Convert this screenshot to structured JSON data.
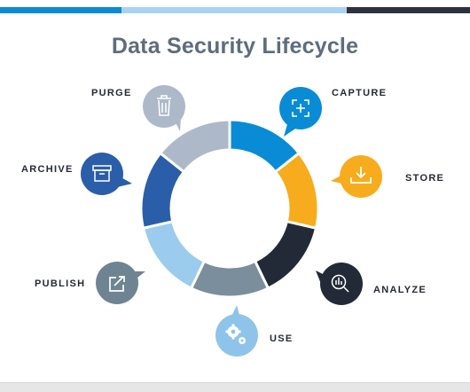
{
  "title": "Data Security Lifecycle",
  "colors": {
    "capture": "#0a8bd6",
    "store": "#f7ac1d",
    "analyze": "#232a37",
    "use": "#7b8e9c",
    "publish": "#9bccee",
    "archive": "#2a5ea9",
    "purge": "#adb9c8",
    "publish_icon": "#6f8493",
    "use_icon": "#8ec4e9",
    "bar_blue": "#0a8bd6",
    "bar_light": "#a9d2f1",
    "bar_dark": "#2c3340"
  },
  "stages": [
    {
      "key": "capture",
      "label": "CAPTURE",
      "icon": "capture-icon"
    },
    {
      "key": "store",
      "label": "STORE",
      "icon": "download-icon"
    },
    {
      "key": "analyze",
      "label": "ANALYZE",
      "icon": "analyze-icon"
    },
    {
      "key": "use",
      "label": "USE",
      "icon": "gears-icon"
    },
    {
      "key": "publish",
      "label": "PUBLISH",
      "icon": "share-icon"
    },
    {
      "key": "archive",
      "label": "ARCHIVE",
      "icon": "archive-box-icon"
    },
    {
      "key": "purge",
      "label": "PURGE",
      "icon": "trash-icon"
    }
  ]
}
